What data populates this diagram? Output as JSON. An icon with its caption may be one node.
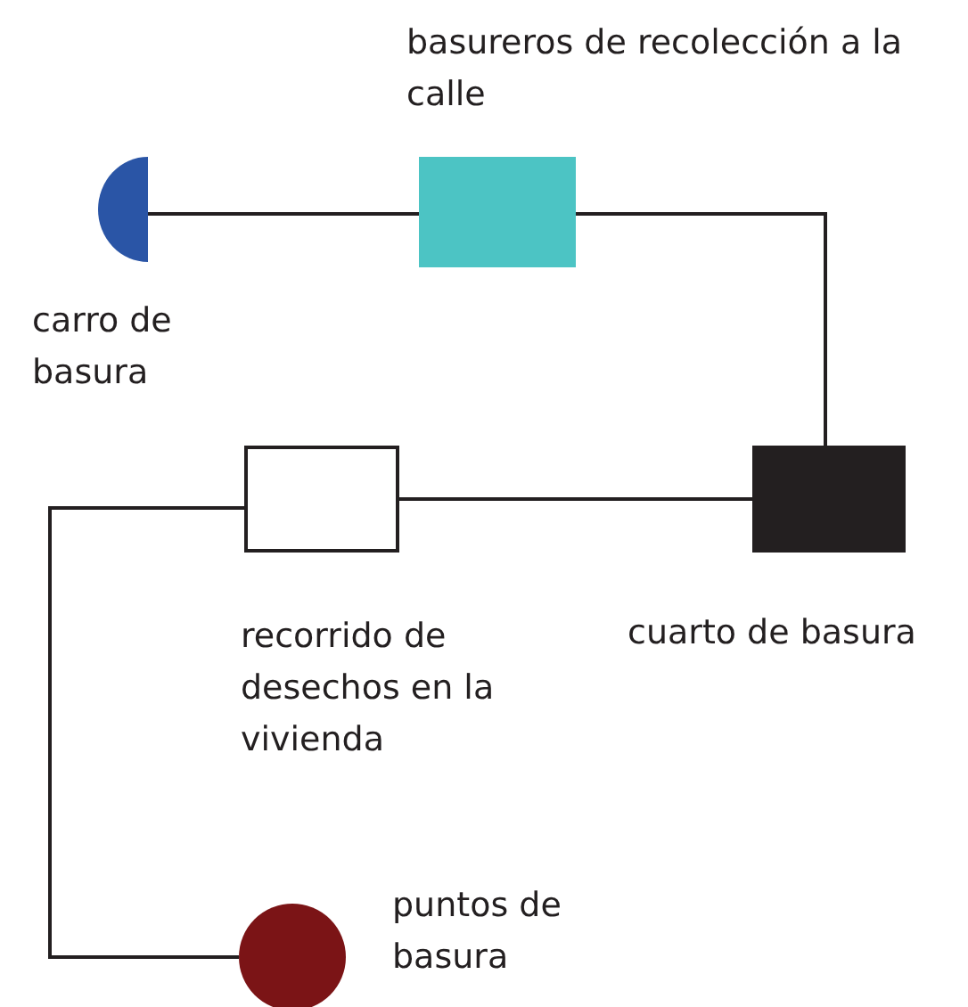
{
  "diagram": {
    "nodes": [
      {
        "text": [
          "carro de basura"
        ]
      },
      {
        "text": [
          "basureros de recolección a la calle"
        ]
      },
      {
        "text": [
          "cuarto de basura"
        ]
      },
      {
        "text": [
          "recorrido de desechos en la vivienda"
        ]
      },
      {
        "text": [
          "puntos de basura"
        ]
      }
    ],
    "edges": [
      {
        "from": 0,
        "to": 1,
        "arrow": "none"
      },
      {
        "from": 1,
        "to": 2,
        "arrow": "none"
      },
      {
        "from": 2,
        "to": 3,
        "arrow": "none"
      },
      {
        "from": 3,
        "to": 4,
        "arrow": "none"
      }
    ]
  }
}
